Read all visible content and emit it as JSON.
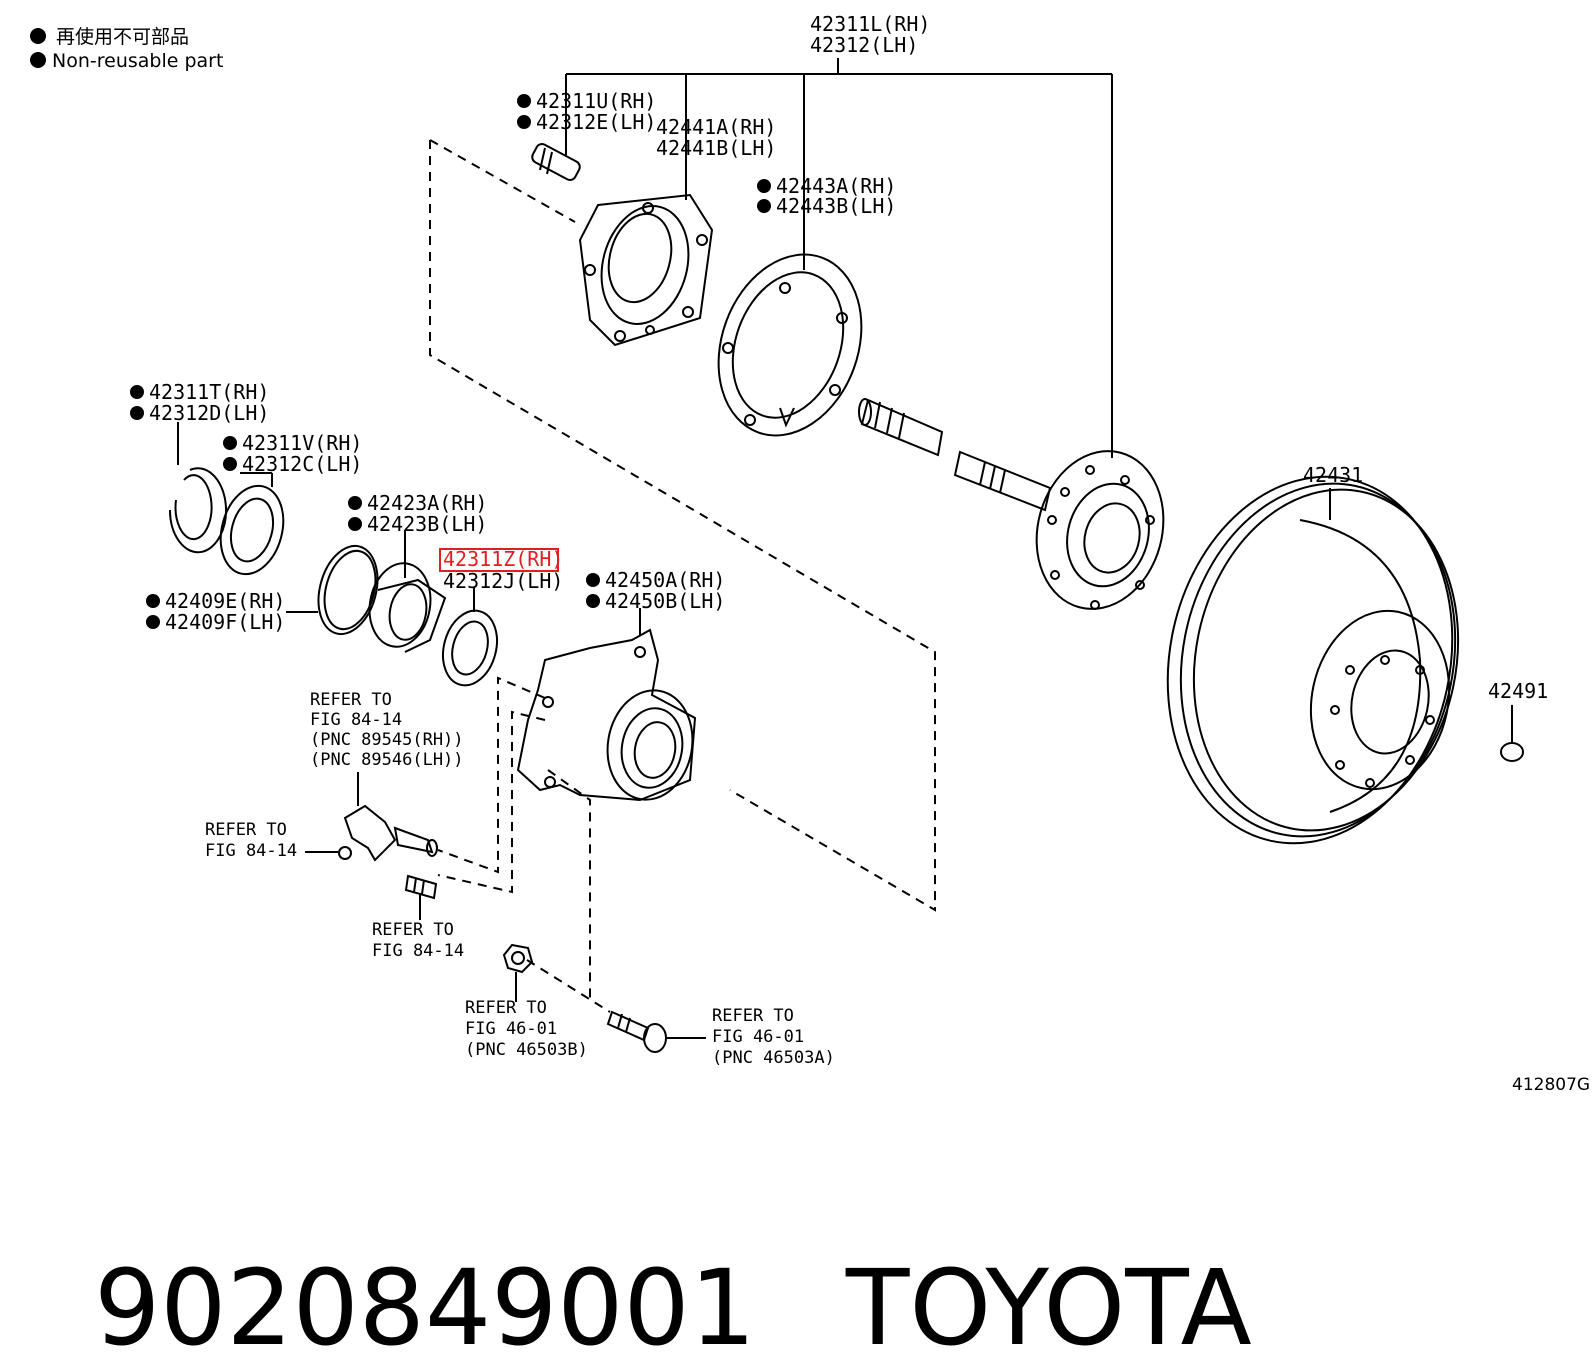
{
  "legend": {
    "japanese": "再使用不可部品",
    "english": "Non-reusable part"
  },
  "figure_code": "412807G",
  "footer": {
    "part_number": "9020849001",
    "brand": "TOYOTA"
  },
  "highlight_color": "#e02020",
  "parts": {
    "shaft_rh": "42311L(RH)",
    "shaft_lh": "42312(LH)",
    "bolt_rh": "42311U(RH)",
    "bolt_lh": "42312E(LH)",
    "plate_rh": "42441A(RH)",
    "plate_lh": "42441B(LH)",
    "gasket_rh": "42443A(RH)",
    "gasket_lh": "42443B(LH)",
    "snap_rh": "42311T(RH)",
    "snap_lh": "42312D(LH)",
    "ring_rh": "42311V(RH)",
    "ring_lh": "42312C(LH)",
    "bearing_rh": "42423A(RH)",
    "bearing_lh": "42423B(LH)",
    "oring_rh": "42409E(RH)",
    "oring_lh": "42409F(LH)",
    "seal_rh": "42311Z(RH)",
    "seal_lh": "42312J(LH)",
    "housing_rh": "42450A(RH)",
    "housing_lh": "42450B(LH)",
    "disc": "42431",
    "plug": "42491"
  },
  "refs": {
    "sensor": [
      "REFER TO",
      "FIG 84-14",
      "(PNC 89545(RH))",
      "(PNC 89546(LH))"
    ],
    "clip": [
      "REFER TO",
      "FIG 84-14"
    ],
    "stud": [
      "REFER TO",
      "FIG 84-14"
    ],
    "nut": [
      "REFER TO",
      "FIG 46-01",
      "(PNC 46503B)"
    ],
    "bolt": [
      "REFER TO",
      "FIG 46-01",
      "(PNC 46503A)"
    ]
  }
}
